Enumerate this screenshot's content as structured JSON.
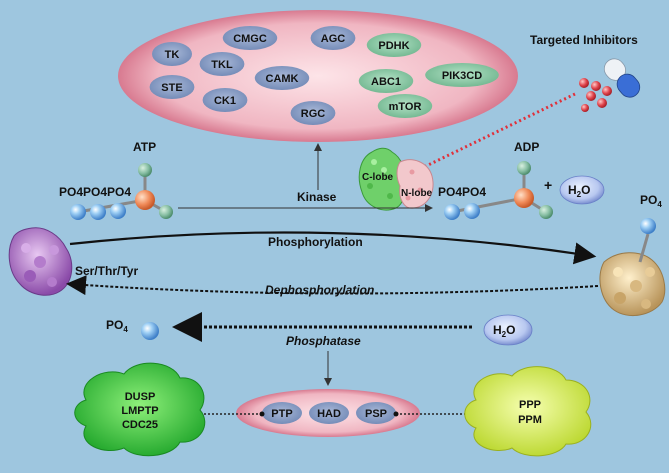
{
  "kinase_families": {
    "blue": [
      "TK",
      "CMGC",
      "AGC",
      "TKL",
      "STE",
      "CAMK",
      "CK1",
      "RGC"
    ],
    "green": [
      "PDHK",
      "ABC1",
      "PIK3CD",
      "mTOR"
    ]
  },
  "labels": {
    "targeted_inhibitors": "Targeted Inhibitors",
    "atp": "ATP",
    "adp": "ADP",
    "po4_chain": "PO4PO4PO4",
    "adp_chain": "PO4PO4",
    "plus": "+",
    "water_h": "H",
    "water_sub": "2",
    "water_o": "O",
    "kinase": "Kinase",
    "c_lobe": "C-lobe",
    "n_lobe": "N-lobe",
    "phosphorylation": "Phosphorylation",
    "dephosphorylation": "Dephosphorylation",
    "ser_thr_tyr": "Ser/Thr/Tyr",
    "po4_main": "PO",
    "po4_sub": "4",
    "phosphatase": "Phosphatase"
  },
  "phosphatase_families": {
    "center": [
      "PTP",
      "HAD",
      "PSP"
    ],
    "left_cloud": [
      "DUSP",
      "LMPTP",
      "CDC25"
    ],
    "right_cloud": [
      "PPP",
      "PPM"
    ]
  },
  "colors": {
    "background": "#9ec6df",
    "kinase_ellipse": "#f2c3cc",
    "blue_pill": "#8aa0c4",
    "green_pill": "#8ac7a5",
    "left_cloud": "#2fc13a",
    "right_cloud": "#d6ec4a",
    "inhibitor_red": "#e0444c"
  }
}
